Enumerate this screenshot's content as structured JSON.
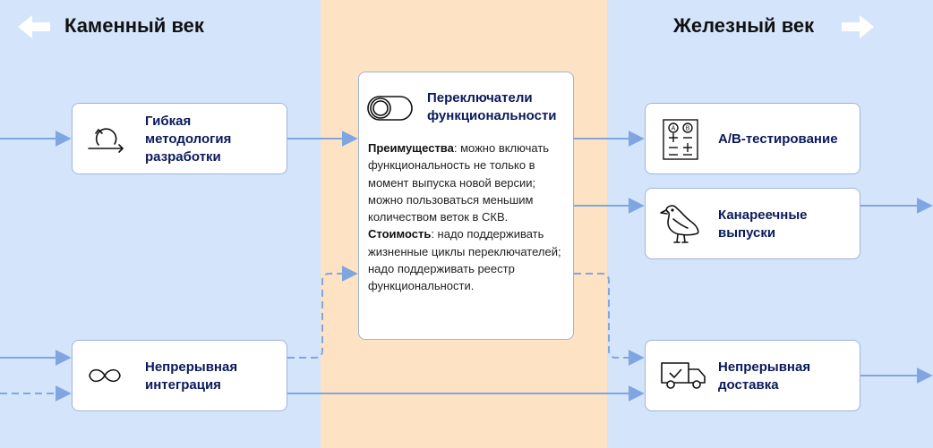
{
  "headings": {
    "left": "Каменный век",
    "right": "Железный век"
  },
  "cards": {
    "agile": {
      "title": "Гибкая\nметодология\nразработки",
      "icon": "cycle-arrow-icon"
    },
    "ci": {
      "title": "Непрерывная\nинтеграция",
      "icon": "infinity-loop-icon"
    },
    "toggles": {
      "title": "Переключатели\nфункциональности",
      "icon": "toggle-switch-icon",
      "advantages_label": "Преимущества",
      "advantages_text": ": можно включать функциональность не только в момент выпуска новой версии; можно пользоваться меньшим количеством веток в СКВ.",
      "cost_label": "Стоимость",
      "cost_text": ": надо поддерживать жизненные циклы переключателей; надо поддерживать реестр функциональности."
    },
    "ab": {
      "title": "A/B-тестирование",
      "icon": "ab-test-sheet-icon"
    },
    "canary": {
      "title": "Канареечные\nвыпуски",
      "icon": "canary-bird-icon"
    },
    "cd": {
      "title": "Непрерывная\nдоставка",
      "icon": "delivery-truck-icon"
    }
  },
  "colors": {
    "band_blue": "#d4e5fb",
    "band_orange": "#fde3c4",
    "arrow": "#7fa6e0",
    "title_text": "#0a1a5c"
  }
}
